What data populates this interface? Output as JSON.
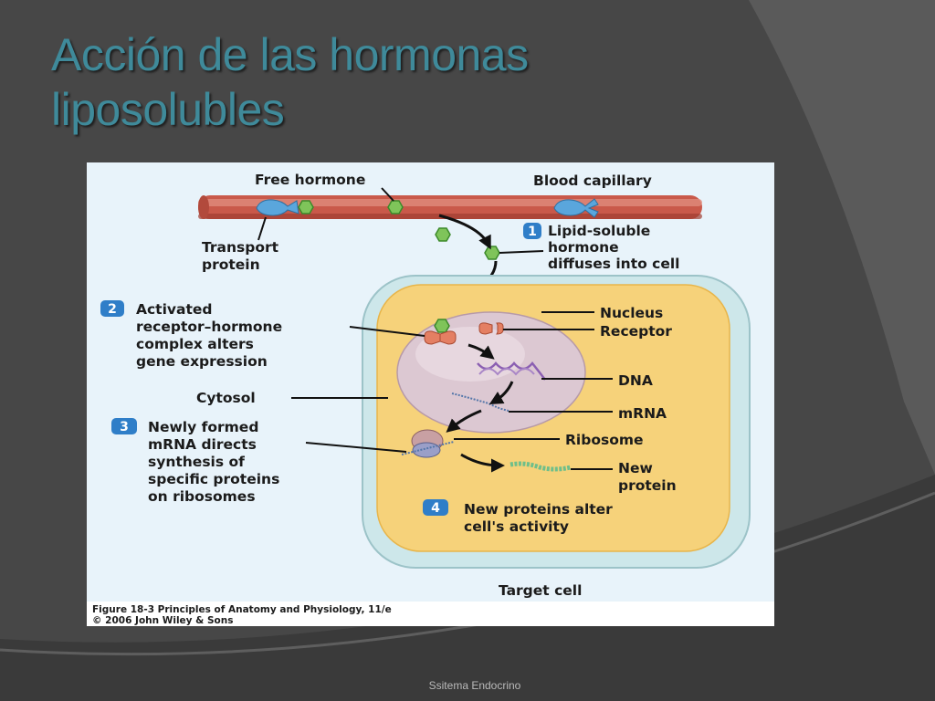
{
  "slide": {
    "title_line1": "Acción de las hormonas",
    "title_line2": "liposolubles",
    "footer": "Ssitema Endocrino"
  },
  "colors": {
    "background": "#4a4a4a",
    "title": "#3f8a9a",
    "capillary": "#c0503f",
    "cytosol": "#f6d27a",
    "nucleus": "#dcc8d2",
    "hormone": "#7fc45a",
    "receptor": "#e47f63",
    "transport_protein": "#5aa6dc",
    "step_badge": "#2f7ec8"
  },
  "figure": {
    "labels": {
      "free_hormone": "Free hormone",
      "blood_capillary": "Blood capillary",
      "transport_protein_l1": "Transport",
      "transport_protein_l2": "protein",
      "cytosol": "Cytosol",
      "nucleus": "Nucleus",
      "receptor": "Receptor",
      "dna": "DNA",
      "mrna": "mRNA",
      "ribosome": "Ribosome",
      "new_protein_l1": "New",
      "new_protein_l2": "protein",
      "target_cell": "Target cell"
    },
    "steps": [
      {
        "number": "1",
        "lines": [
          "Lipid-soluble",
          "hormone",
          "diffuses into cell"
        ]
      },
      {
        "number": "2",
        "lines": [
          "Activated",
          "receptor–hormone",
          "complex alters",
          "gene expression"
        ]
      },
      {
        "number": "3",
        "lines": [
          "Newly formed",
          "mRNA directs",
          "synthesis of",
          "specific proteins",
          "on ribosomes"
        ]
      },
      {
        "number": "4",
        "lines": [
          "New proteins alter",
          "cell's activity"
        ]
      }
    ],
    "caption_line1": "Figure 18-3  Principles of Anatomy and Physiology, 11/e",
    "caption_line2": "© 2006 John Wiley & Sons"
  }
}
